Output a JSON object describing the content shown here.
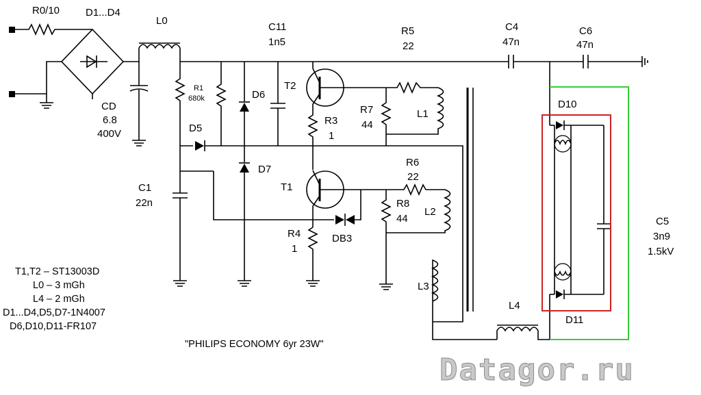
{
  "labels": {
    "r0": "R0/10",
    "d1d4": "D1...D4",
    "l0": "L0",
    "c11": "C11",
    "c11v": "1n5",
    "r5": "R5",
    "r5v": "22",
    "c4": "C4",
    "c4v": "47n",
    "c6": "C6",
    "c6v": "47n",
    "cd": "CD",
    "cdv1": "6.8",
    "cdv2": "400V",
    "r1": "R1",
    "r1v": "680k",
    "d6": "D6",
    "t2": "T2",
    "d5": "D5",
    "r7": "R7",
    "r7v": "44",
    "r3": "R3",
    "r3v": "1",
    "l1": "L1",
    "d10": "D10",
    "c1": "C1",
    "c1v": "22n",
    "d7": "D7",
    "r6": "R6",
    "r6v": "22",
    "t1": "T1",
    "r8": "R8",
    "r8v": "44",
    "l2": "L2",
    "c5": "C5",
    "c5v1": "3n9",
    "c5v2": "1.5kV",
    "r4": "R4",
    "r4v": "1",
    "db3": "DB3",
    "l3": "L3",
    "l4": "L4",
    "d11": "D11"
  },
  "notes": [
    "T1,T2 – ST13003D",
    "L0 – 3 mGh",
    "L4 – 2 mGh",
    "D1...D4,D5,D7-1N4007",
    "D6,D10,D11-FR107"
  ],
  "title": "\"PHILIPS ECONOMY 6yr 23W\"",
  "watermark": "Datagor.ru",
  "colors": {
    "highlight_red": "#cc2222",
    "highlight_green": "#33cc33"
  }
}
